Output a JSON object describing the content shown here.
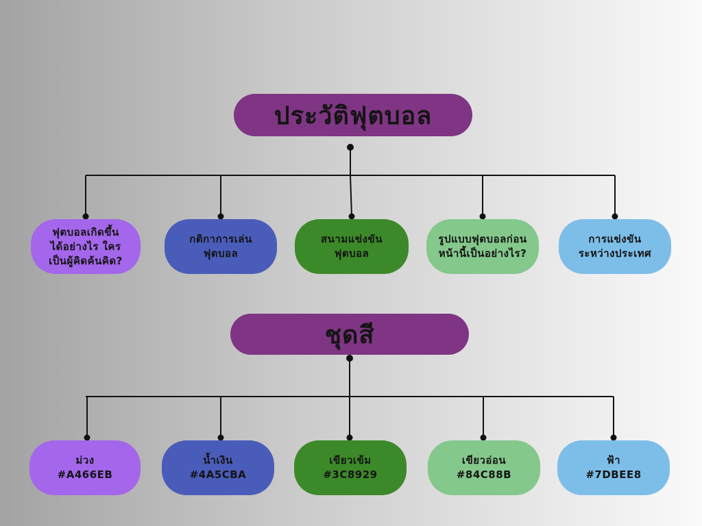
{
  "history": {
    "title": "ประวัติฟุตบอล",
    "title_color": "#7F3583",
    "children": [
      {
        "line1": "ฟุตบอลเกิดขึ้น",
        "line2": "ได้อย่างไร ใคร",
        "line3": "เป็นผู้คิดค้นคิด?",
        "color": "#A466EB"
      },
      {
        "line1": "กติกาการเล่น",
        "line2": "ฟุตบอล",
        "color": "#4A5CBA"
      },
      {
        "line1": "สนามแข่งขัน",
        "line2": "ฟุตบอล",
        "color": "#3C8929"
      },
      {
        "line1": "รูปแบบฟุตบอลก่อน",
        "line2": "หน้านี้เป็นอย่างไร?",
        "color": "#84C88B"
      },
      {
        "line1": "การแข่งขัน",
        "line2": "ระหว่างประเทศ",
        "color": "#7DBEE8"
      }
    ]
  },
  "palette": {
    "title": "ชุดสี",
    "title_color": "#7F3583",
    "children": [
      {
        "line1": "ม่วง",
        "line2": "#A466EB",
        "color": "#A466EB"
      },
      {
        "line1": "น้ำเงิน",
        "line2": "#4A5CBA",
        "color": "#4A5CBA"
      },
      {
        "line1": "เขียวเข้ม",
        "line2": "#3C8929",
        "color": "#3C8929"
      },
      {
        "line1": "เขียวอ่อน",
        "line2": "#84C88B",
        "color": "#84C88B"
      },
      {
        "line1": "ฟ้า",
        "line2": "#7DBEE8",
        "color": "#7DBEE8"
      }
    ]
  }
}
